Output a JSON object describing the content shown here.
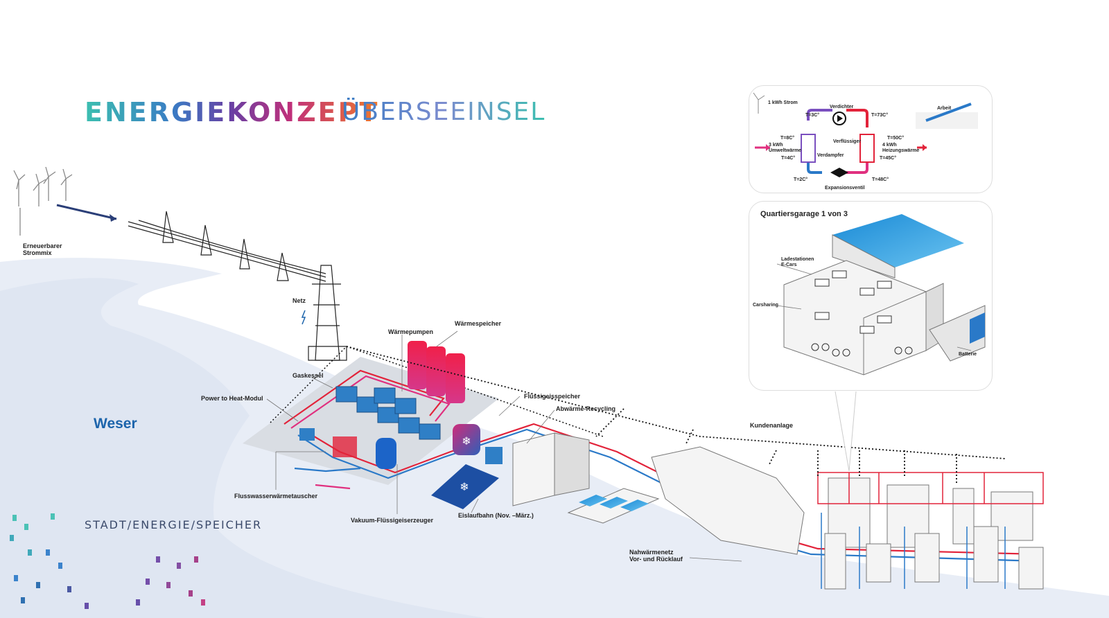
{
  "title": {
    "main": "ENERGIEKONZEPT",
    "sub": "ÜBERSEEINSEL"
  },
  "brand": "STADT/ENERGIE/SPEICHER",
  "river": "Weser",
  "labels": {
    "strommix": "Erneuerbarer\nStrommix",
    "netz": "Netz",
    "gaskessel": "Gaskessel",
    "waermepumpen": "Wärmepumpen",
    "waermespeicher": "Wärmespeicher",
    "power_to_heat": "Power to Heat-Modul",
    "fluessigeisspeicher": "Flüssigeisspeicher",
    "abwaerme": "Abwärme-Recycling",
    "flusswasser": "Flusswasserwärmetauscher",
    "vakuum": "Vakuum-Flüssigeiserzeuger",
    "eislaufbahn": "Eislaufbahn (Nov. –März.)",
    "kundenanlage": "Kundenanlage",
    "nahwaerme": "Nahwärmenetz\nVor- und Rücklauf"
  },
  "heatpump": {
    "strom": "1 kWh Strom",
    "verdichter": "Verdichter",
    "arbeit": "Arbeit",
    "t1": "T=3C°",
    "t2": "T=73C°",
    "t3": "T=8C°",
    "t4": "T=50C°",
    "umwelt": "3 kWh\nUmweltwärme",
    "verfluessiger": "Verflüssiger",
    "heizung": "4 kWh\nHeizungswärme",
    "verdampfer": "Verdampfer",
    "t5": "T=4C°",
    "t6": "T=45C°",
    "t7": "T=2C°",
    "t8": "T=48C°",
    "expansion": "Expansionsventil"
  },
  "garage": {
    "title": "Quartiersgarage 1 von 3",
    "ladestationen": "Ladestationen\nE-Cars",
    "carsharing": "Carsharing",
    "batterie": "Batterie"
  },
  "colors": {
    "hot": "#e2233a",
    "cold": "#2a79c8",
    "pink": "#e0307f",
    "blue_dark": "#1c64ab",
    "land": "#e8edf6"
  }
}
